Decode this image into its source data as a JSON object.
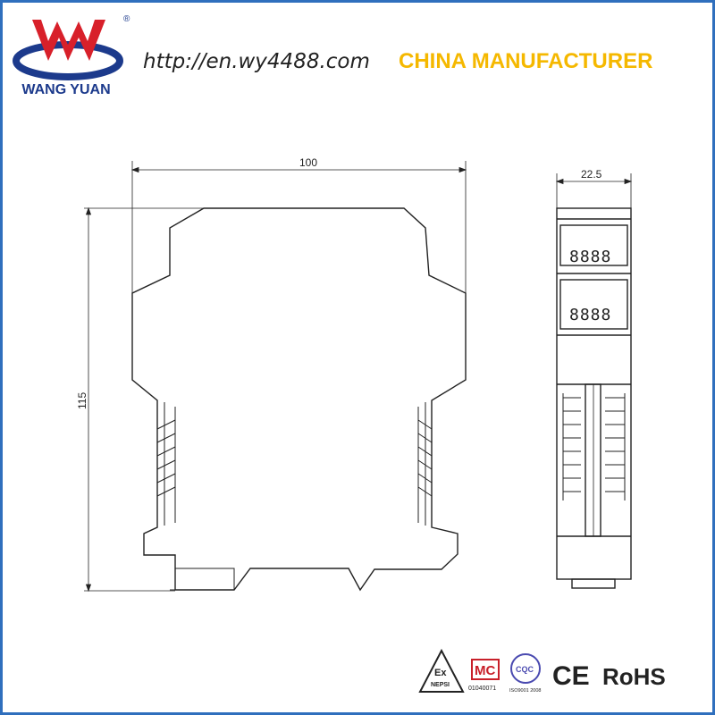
{
  "header": {
    "brand_name": "WANG YUAN",
    "registered_mark": "®",
    "website": "http://en.wy4488.com",
    "tagline": "CHINA MANUFACTURER"
  },
  "colors": {
    "brand_blue": "#1c3a8c",
    "brand_red": "#d8202a",
    "tagline_yellow": "#f5b800",
    "frame_blue": "#2f6fbd"
  },
  "dimensions": {
    "width": "100",
    "height": "115",
    "depth": "22.5"
  },
  "displays": {
    "top": "8888",
    "bottom": "8888"
  },
  "certifications": {
    "ex_mark": "Ex",
    "nepsi": "NEPSI",
    "mc_mark": "MC",
    "mc_number": "01040071",
    "cqc_mark": "CQC",
    "cqc_caption": "ISO9001 2008",
    "ce_mark": "CE",
    "rohs": "RoHS"
  }
}
